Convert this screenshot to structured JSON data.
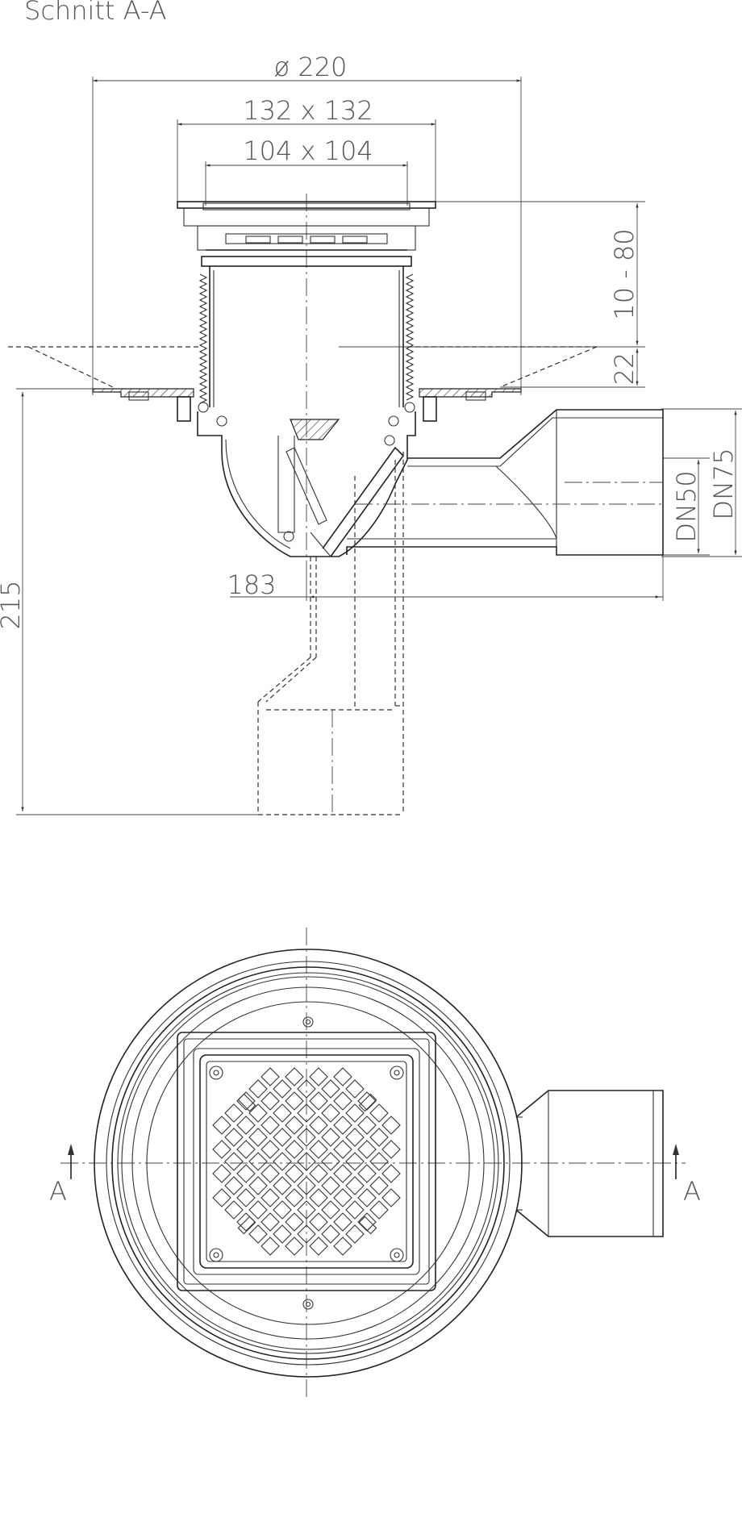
{
  "section_title": "Schnitt A-A",
  "dimensions": {
    "dia_220": "ø 220",
    "frame_132": "132 x 132",
    "grate_104": "104 x 104",
    "height_10_80": "10 - 80",
    "height_22": "22",
    "height_215": "215",
    "length_183": "183",
    "dn50": "DN50",
    "dn75": "DN75"
  },
  "section_marks": {
    "left": "A",
    "right": "A"
  }
}
